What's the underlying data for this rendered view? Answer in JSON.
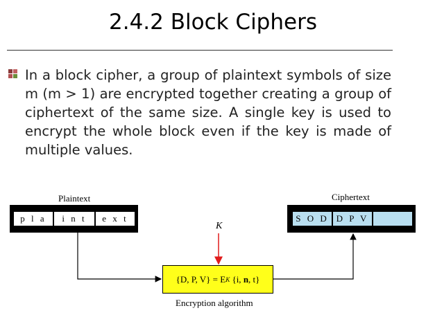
{
  "slide": {
    "title": "2.4.2  Block Ciphers",
    "paragraph": "In a block cipher, a group of plaintext symbols of size m (m > 1) are encrypted together creating a group of ciphertext of the same size. A single key is used to encrypt the whole block even if the key is made of multiple values."
  },
  "diagram": {
    "plaintext_label": "Plaintext",
    "plaintext_blocks": [
      "p l a",
      "i n t",
      "e x t"
    ],
    "key_label": "K",
    "ciphertext_label": "Ciphertext",
    "ciphertext_blocks": [
      "S O D",
      "D P V",
      ""
    ],
    "formula_set": "{D, P, V}",
    "formula_eq": " = E",
    "formula_sub": "K",
    "formula_args_open": " {i, ",
    "formula_bold": "n",
    "formula_args_close": ", t}",
    "algorithm_label": "Encryption algorithm",
    "colors": {
      "plaintext_cell": "#ffffff",
      "ciphertext_cell": "#b9dff0",
      "algorithm_box": "#ffff1a",
      "key_arrow": "#e01b1b"
    }
  }
}
